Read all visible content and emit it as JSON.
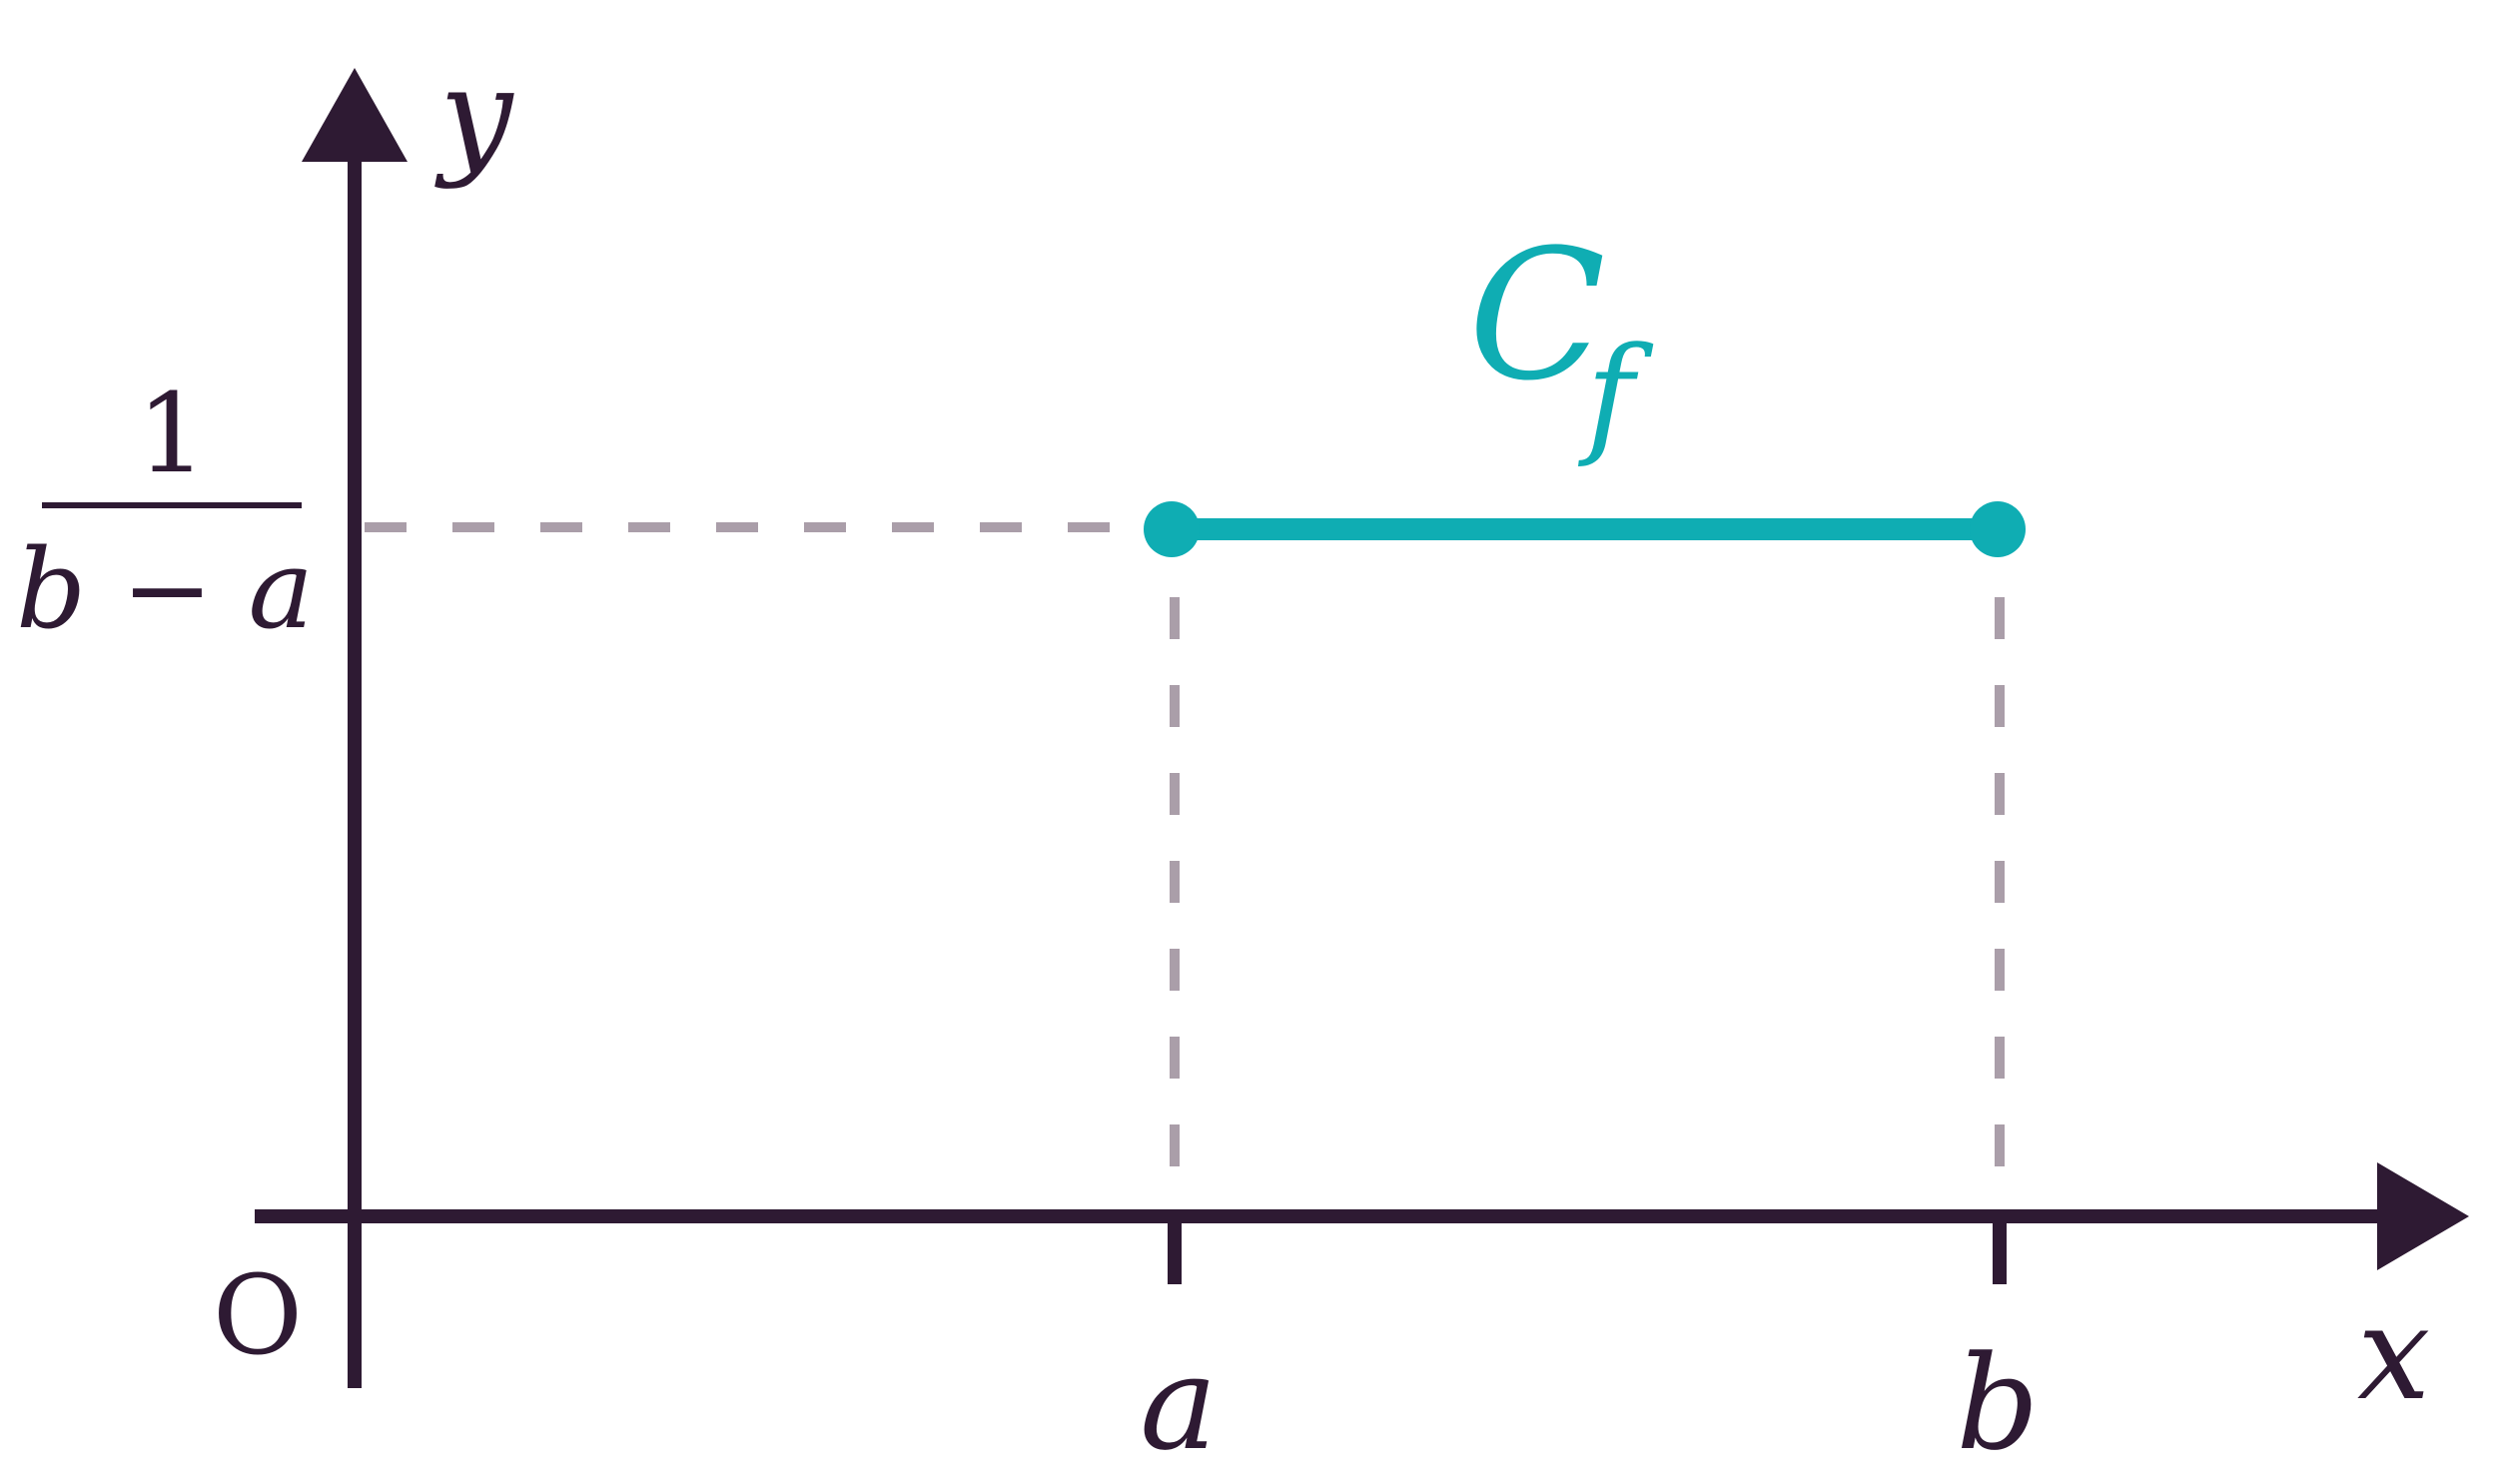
{
  "labels": {
    "x_axis": "x",
    "y_axis": "y",
    "origin": "O",
    "tick_a": "a",
    "tick_b": "b",
    "y_value_numerator": "1",
    "y_value_denominator": "b − a",
    "curve_main": "C",
    "curve_subscript": "f"
  },
  "colors": {
    "axis": "#2e1a33",
    "curve": "#0fadb3",
    "guide": "#aa9ea9",
    "background": "#ffffff"
  }
}
